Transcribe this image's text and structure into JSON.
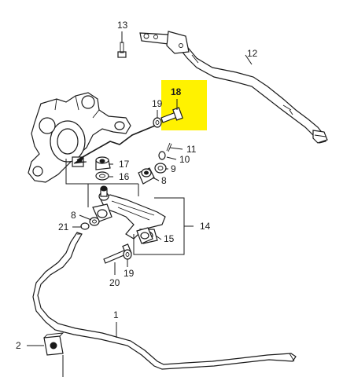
{
  "colors": {
    "highlight": "#fff200",
    "line": "#1a1a1a",
    "background": "#ffffff"
  },
  "callouts": {
    "c1": "1",
    "c2": "2",
    "c8a": "8",
    "c8b": "8",
    "c9": "9",
    "c10": "10",
    "c11": "11",
    "c12": "12",
    "c13": "13",
    "c14": "14",
    "c15": "15",
    "c16": "16",
    "c17": "17",
    "c18": "18",
    "c19a": "19",
    "c19b": "19",
    "c20": "20",
    "c21": "21"
  },
  "highlighted_part": "18"
}
